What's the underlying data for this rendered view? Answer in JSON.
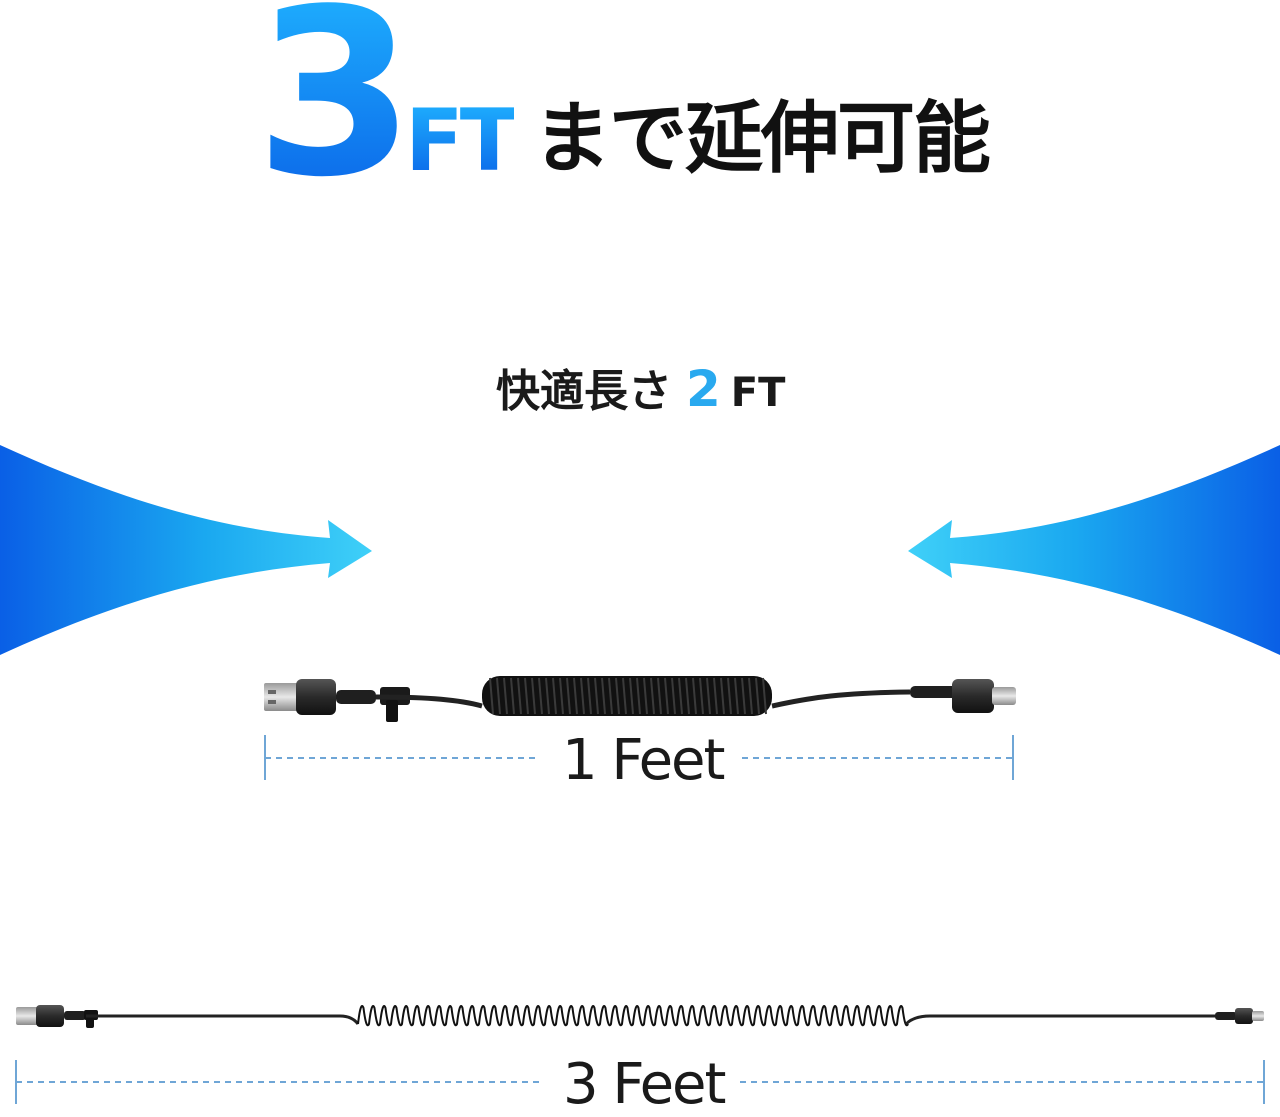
{
  "headline": {
    "number": "3",
    "unit": "FT",
    "text": "まで延伸可能"
  },
  "comfort": {
    "label": "快適長さ",
    "number": "2",
    "unit": "FT"
  },
  "measurements": {
    "short": "1 Feet",
    "long": "3 Feet"
  },
  "colors": {
    "accent": "#1585f2",
    "accent_light": "#29a9ef",
    "dim_line": "#6fa6d6",
    "cable": "#222222"
  },
  "icons": {
    "left_arrow": "arrow-right-icon",
    "right_arrow": "arrow-left-icon"
  }
}
